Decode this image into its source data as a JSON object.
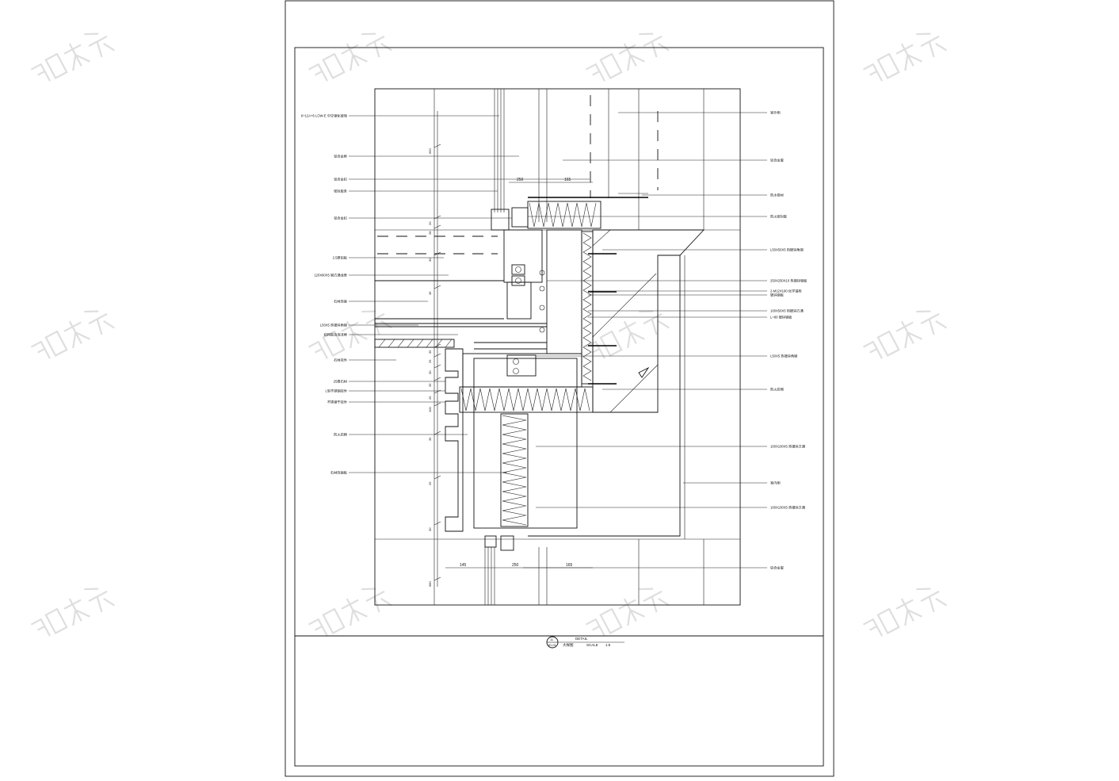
{
  "drawing": {
    "labels_left": [
      "6+12A+6 LOW-E 中空钢化玻璃",
      "铝合金框",
      "铝合金扣",
      "密封胶条",
      "铝合金扣",
      "2.5厚铝板",
      "120X60X5 钢方通龙骨",
      "石材饰面",
      "L50X5 热镀锌角钢",
      "结构胶及泡沫棒",
      "石材挂件",
      "25厚石材",
      "L型不锈钢挂件",
      "不锈钢干挂件",
      "防火岩棉",
      "石材饰面板"
    ],
    "labels_right": [
      "室外侧",
      "铝合金窗",
      "防水卷材",
      "防火密封胶",
      "L50X50X5 热镀锌角钢",
      "250X250X10 热镀锌钢板",
      "2-M12X160 化学锚栓",
      "镀锌钢板",
      "100X50X5 热镀锌方通",
      "L=80 镀锌钢板",
      "L50X5 热镀锌角钢",
      "防火岩棉",
      "100X100X5 热镀锌方通",
      "室内侧",
      "100X100X5 热镀锌方通",
      "铝合金窗"
    ],
    "dims_vertical": [
      "650",
      "20",
      "28",
      "30",
      "45",
      "35",
      "25",
      "30",
      "35",
      "25",
      "100",
      "35",
      "25",
      "30",
      "580"
    ],
    "dims_top": [
      "250",
      "165"
    ],
    "dims_bottom": [
      "145",
      "250",
      "165"
    ]
  },
  "title_block": {
    "number": "11",
    "sheet_ref": "ID-01",
    "title_en": "DETAIL",
    "title_cn": "大样图",
    "scale_label": "SCALE",
    "scale_value": "1:5"
  },
  "watermark": {
    "text": "知末",
    "color": "#d9d9d9"
  }
}
